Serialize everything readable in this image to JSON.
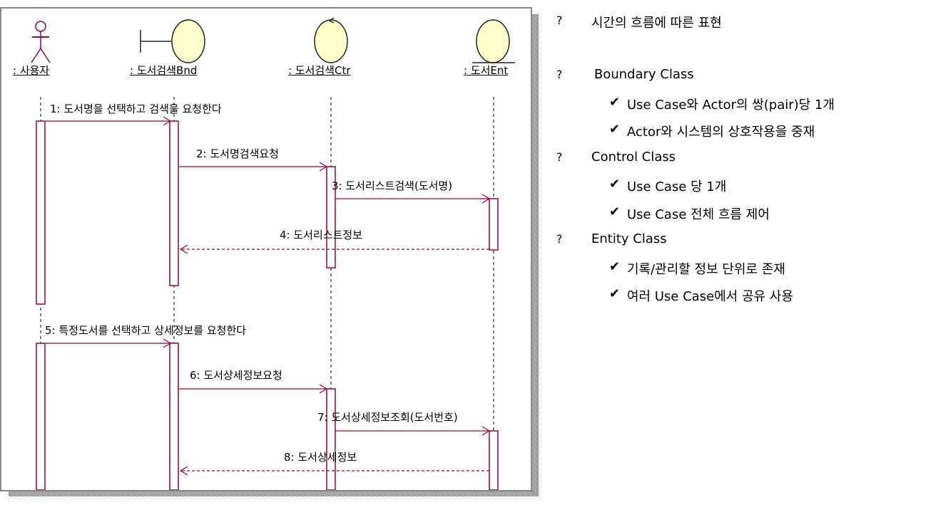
{
  "diagram": {
    "objects": [
      ": 사용자",
      ": 도서검색Bnd",
      ": 도서검색Ctr",
      ": 도서Ent"
    ],
    "messages": [
      "1: 도서명을 선택하고 검색을 요청한다",
      "2: 도서명검색요청",
      "3: 도서리스트검색(도서명)",
      "4: 도서리스트정보",
      "5: 특정도서를 선택하고 상세정보를 요청한다",
      "6: 도서상세정보요청",
      "7: 도서상세정보조회(도서번호)",
      "8: 도서상세정보"
    ],
    "colors": {
      "line": "#a0003a",
      "object_fill": "#ffffcc"
    }
  },
  "notes": {
    "bullet": "?",
    "check": "✔",
    "items": [
      {
        "text": "시간의 흐름에 따른 표현",
        "level": 1
      },
      {
        "text": "Boundary  Class",
        "level": 1
      },
      {
        "text": "Use Case와 Actor의 쌍(pair)당 1개",
        "level": 2
      },
      {
        "text": "Actor와 시스템의 상호작용을 중재",
        "level": 2
      },
      {
        "text": "Control Class",
        "level": 1
      },
      {
        "text": "Use Case 당 1개",
        "level": 2
      },
      {
        "text": "Use Case 전체 흐름 제어",
        "level": 2
      },
      {
        "text": "Entity Class",
        "level": 1
      },
      {
        "text": "기록/관리할 정보 단위로 존재",
        "level": 2
      },
      {
        "text": "여러 Use Case에서 공유 사용",
        "level": 2
      }
    ]
  }
}
